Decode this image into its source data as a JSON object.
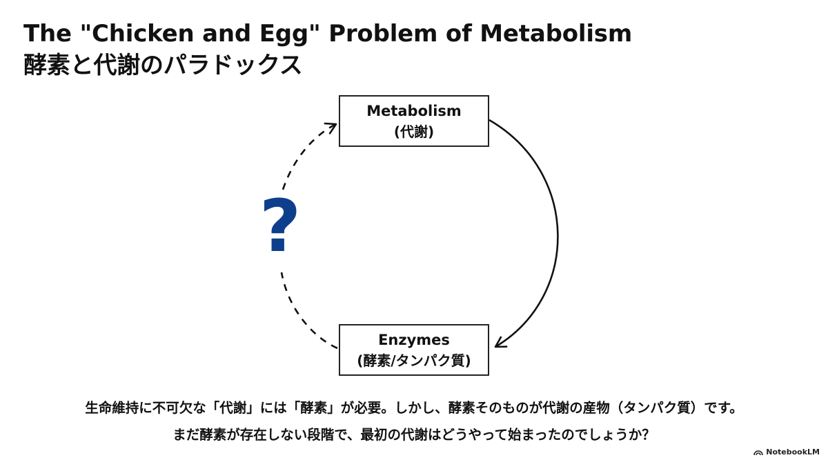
{
  "title": {
    "line1": "The \"Chicken and Egg\" Problem of Metabolism",
    "line2": "酵素と代謝のパラドックス"
  },
  "diagram": {
    "metabolism": {
      "label": "Metabolism",
      "sub": "(代謝)"
    },
    "enzymes": {
      "label": "Enzymes",
      "sub": "(酵素/タンパク質)"
    },
    "unknown_mark": "?",
    "colors": {
      "question": "#0e3f8c",
      "stroke": "#111111"
    }
  },
  "caption": {
    "line1": "生命維持に不可欠な「代謝」には「酵素」が必要。しかし、酵素そのものが代謝の産物（タンパク質）です。",
    "line2": "まだ酵素が存在しない段階で、最初の代謝はどうやって始まったのでしょうか？"
  },
  "brand": {
    "name": "NotebookLM",
    "icon": "notebooklm-logo-icon"
  }
}
